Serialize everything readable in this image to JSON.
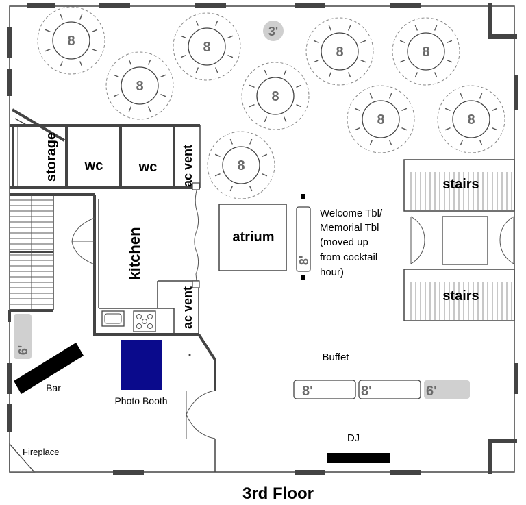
{
  "title": "3rd Floor",
  "rooms": {
    "storage": "storage",
    "wc1": "wc",
    "wc2": "wc",
    "ac_vent_top": "ac vent",
    "ac_vent_bottom": "ac vent",
    "kitchen": "kitchen",
    "atrium": "atrium",
    "stairs_top": "stairs",
    "stairs_bottom": "stairs"
  },
  "tables": {
    "round_label": "8",
    "small_round_label": "3'",
    "welcome_table_size": "8'",
    "welcome_note": [
      "Welcome Tbl/",
      "Memorial Tbl",
      "(moved up",
      "from cocktail",
      "hour)"
    ],
    "buffet": [
      "8'",
      "8'",
      "6'"
    ],
    "bar_table_size": "6'"
  },
  "labels": {
    "buffet": "Buffet",
    "bar": "Bar",
    "photo_booth": "Photo Booth",
    "dj": "DJ",
    "fireplace": "Fireplace"
  },
  "colors": {
    "photo_booth": "#0a0a8c",
    "grey_table": "#d0d0d0"
  }
}
